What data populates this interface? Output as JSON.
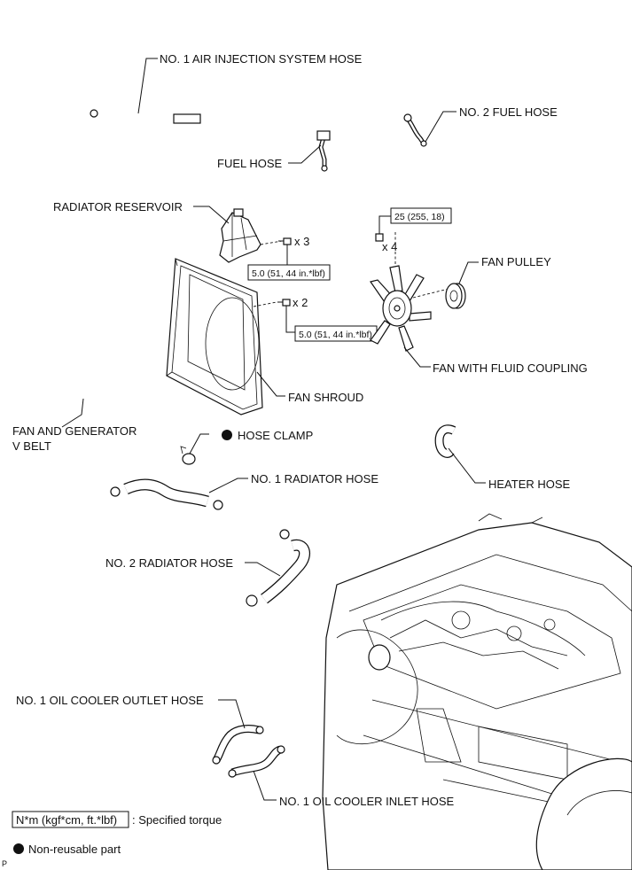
{
  "labels": {
    "air_injection_hose": "NO. 1 AIR INJECTION SYSTEM HOSE",
    "no2_fuel_hose": "NO. 2 FUEL HOSE",
    "fuel_hose": "FUEL HOSE",
    "radiator_reservoir": "RADIATOR RESERVOIR",
    "fan_pulley": "FAN PULLEY",
    "fan_with_fluid_coupling": "FAN WITH FLUID COUPLING",
    "fan_shroud": "FAN SHROUD",
    "fan_and_generator_v_belt_1": "FAN AND GENERATOR",
    "fan_and_generator_v_belt_2": "V BELT",
    "hose_clamp": "HOSE CLAMP",
    "no1_radiator_hose": "NO. 1 RADIATOR HOSE",
    "heater_hose": "HEATER HOSE",
    "no2_radiator_hose": "NO. 2 RADIATOR HOSE",
    "no1_oil_cooler_outlet_hose": "NO. 1 OIL COOLER OUTLET HOSE",
    "no1_oil_cooler_inlet_hose": "NO. 1 OIL COOLER INLET HOSE"
  },
  "torques": {
    "fan_coupling_nut": "25 (255, 18)",
    "reservoir_bolt": "5.0 (51, 44 in.*lbf)",
    "shroud_bolt": "5.0 (51, 44 in.*lbf)"
  },
  "quantities": {
    "reservoir_bolts": "x 3",
    "shroud_bolts": "x 2",
    "fan_nuts": "x 4"
  },
  "legend": {
    "torque_unit": "N*m (kgf*cm, ft.*lbf)",
    "torque_desc": ": Specified torque",
    "non_reusable": "Non-reusable part",
    "corner_mark": "P"
  }
}
